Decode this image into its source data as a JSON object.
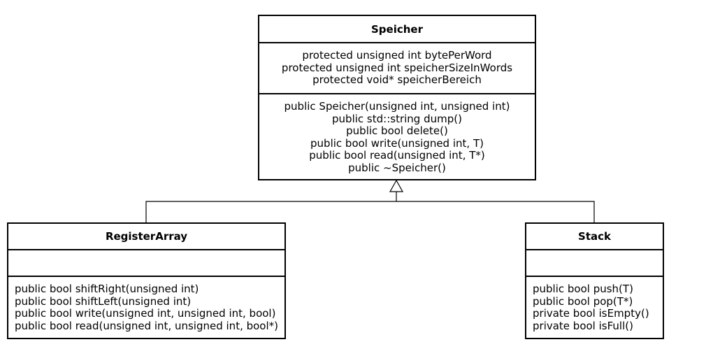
{
  "classes": {
    "speicher": {
      "name": "Speicher",
      "attributes": [
        "protected unsigned int bytePerWord",
        "protected unsigned int speicherSizeInWords",
        "protected void* speicherBereich"
      ],
      "operations": [
        "public Speicher(unsigned int, unsigned int)",
        "public std::string dump()",
        "public bool delete()",
        "public bool write(unsigned int, T)",
        "public bool read(unsigned int, T*)",
        "public ~Speicher()"
      ]
    },
    "registerarray": {
      "name": "RegisterArray",
      "attributes": [],
      "operations": [
        "public bool shiftRight(unsigned int)",
        "public bool shiftLeft(unsigned int)",
        "public bool write(unsigned int, unsigned int, bool)",
        "public bool read(unsigned int, unsigned int, bool*)"
      ]
    },
    "stack": {
      "name": "Stack",
      "attributes": [],
      "operations": [
        "public bool push(T)",
        "public bool pop(T*)",
        "private bool isEmpty()",
        "private bool isFull()"
      ]
    }
  },
  "relations": [
    {
      "type": "generalization",
      "from": "RegisterArray",
      "to": "Speicher"
    },
    {
      "type": "generalization",
      "from": "Stack",
      "to": "Speicher"
    }
  ],
  "colors": {
    "line": "#000000",
    "background": "#ffffff"
  }
}
